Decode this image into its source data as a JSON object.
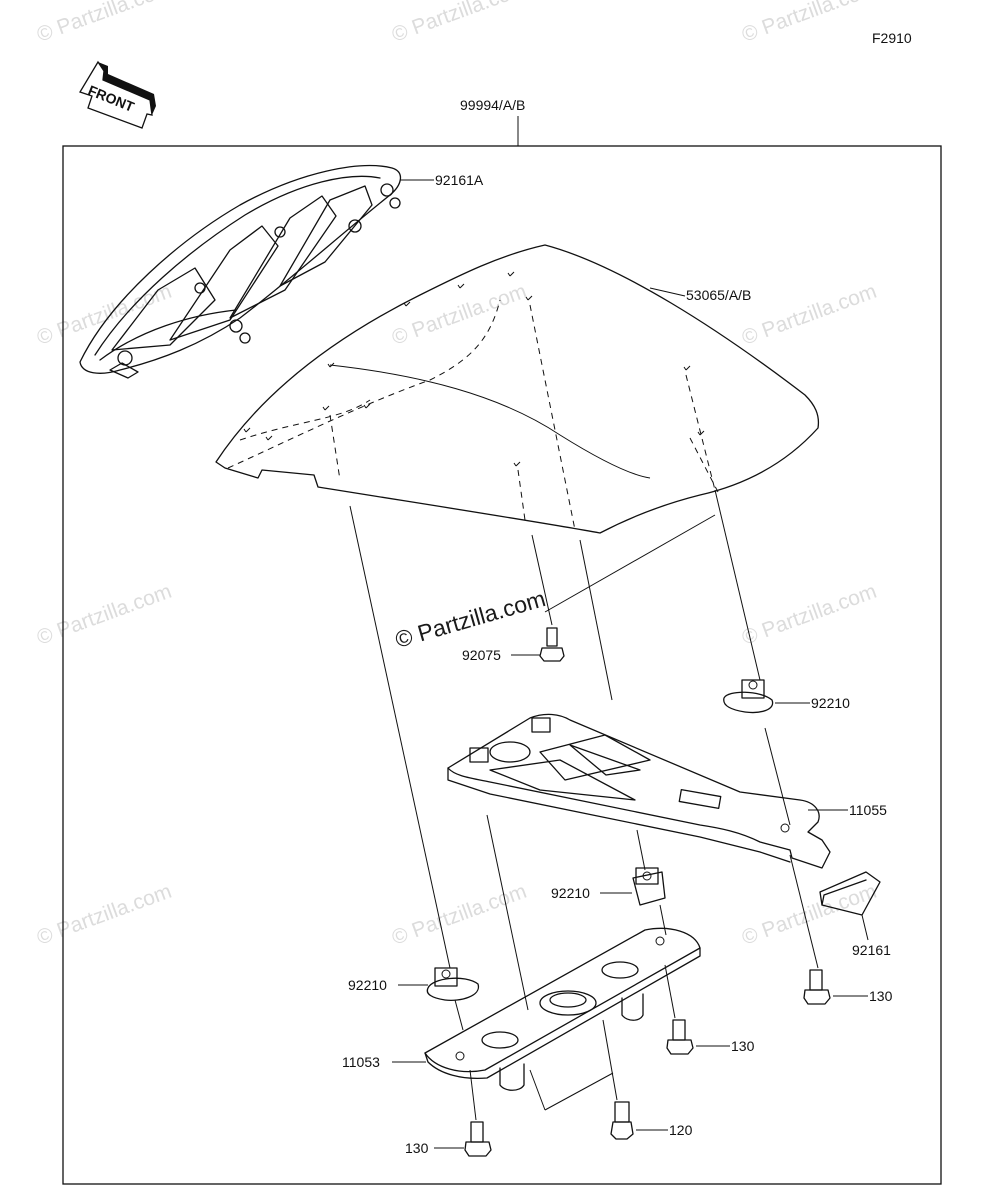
{
  "figure_code": "F2910",
  "front_label": "FRONT",
  "assembly_number": "99994/A/B",
  "watermark": "© Partzilla.com",
  "center_watermark": "© Partzilla.com",
  "parts": {
    "seat_frame": "92161A",
    "seat_cover": "53065/A/B",
    "screw_top": "92075",
    "nut_right": "92210",
    "bracket_upper": "11055",
    "rubber_pad": "92161",
    "bolt_right": "130",
    "nut_center": "92210",
    "nut_left": "92210",
    "bracket_lower": "11053",
    "bolt_center": "130",
    "bolt_lower": "120",
    "bolt_left": "130"
  }
}
